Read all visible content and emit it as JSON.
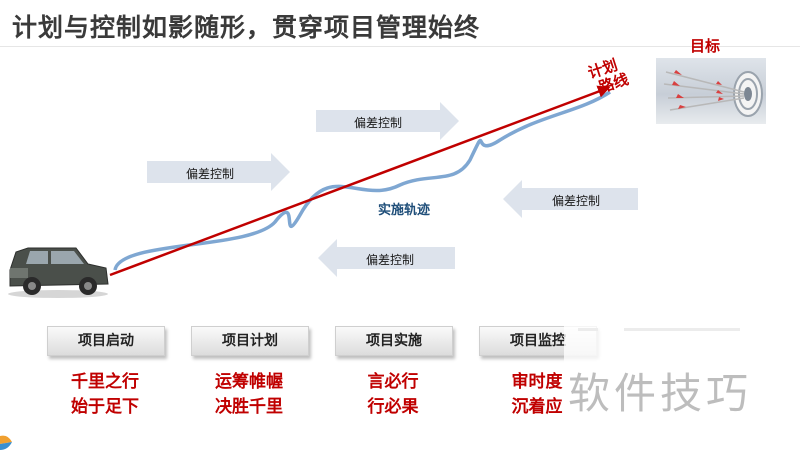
{
  "title": "计划与控制如影随形，贯穿项目管理始终",
  "labels": {
    "goal": "目标",
    "plan_route": [
      "计划",
      "路线"
    ],
    "actual_track": "实施轨迹",
    "deviation_control": "偏差控制"
  },
  "stages": [
    {
      "label": "项目启动",
      "motto": [
        "千里之行",
        "始于足下"
      ]
    },
    {
      "label": "项目计划",
      "motto": [
        "运筹帷幄",
        "决胜千里"
      ]
    },
    {
      "label": "项目实施",
      "motto": [
        "言必行",
        "行必果"
      ]
    },
    {
      "label": "项目监控",
      "motto": [
        "审时度",
        "沉着应"
      ]
    }
  ],
  "watermark": "软件技巧",
  "colors": {
    "accent_red": "#c00000",
    "track_blue": "#7fa7d2",
    "label_blue": "#1f4e79",
    "arrow_gray": "#dde3ec"
  },
  "icons": [
    "car-image",
    "target-image"
  ]
}
